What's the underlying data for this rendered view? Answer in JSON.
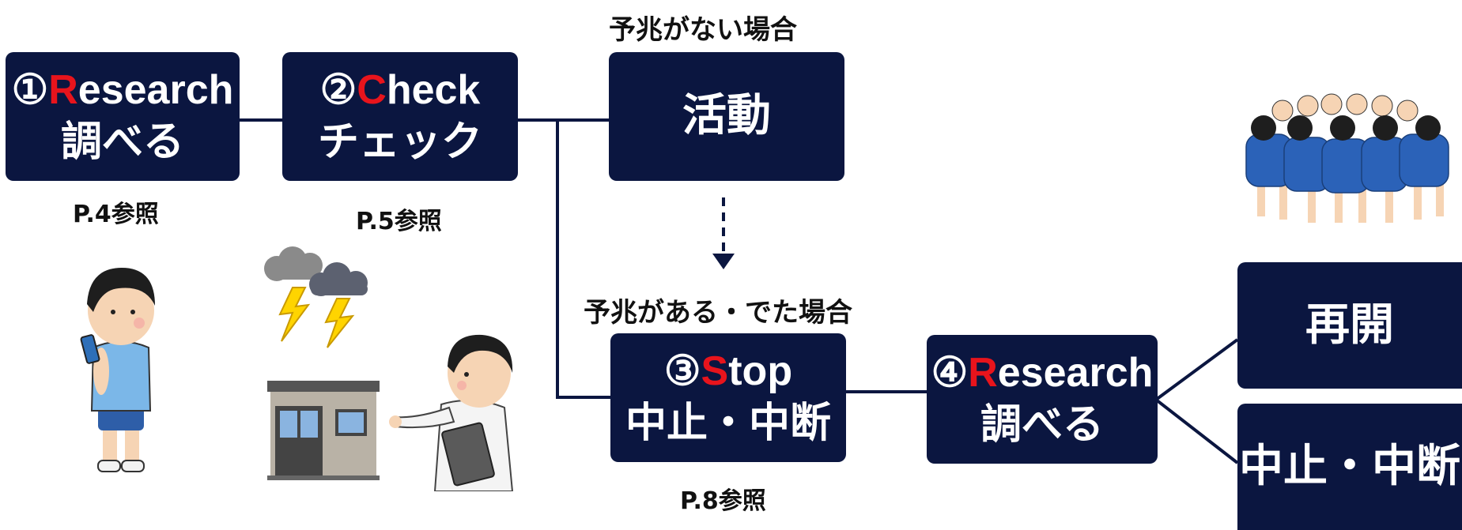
{
  "colors": {
    "box": "#0b1640",
    "accent": "#e8141c",
    "text": "#111111"
  },
  "conditions": {
    "no_sign": "予兆がない場合",
    "sign": "予兆がある・でた場合"
  },
  "steps": {
    "research1": {
      "mark": "①",
      "letter": "R",
      "rest": "esearch",
      "jp": "調べる",
      "ref": "P.4参照"
    },
    "check": {
      "mark": "②",
      "letter": "C",
      "rest": "heck",
      "jp": "チェック",
      "ref": "P.5参照"
    },
    "activity": {
      "label": "活動"
    },
    "stop": {
      "mark": "③",
      "letter": "S",
      "rest": "top",
      "jp": "中止・中断",
      "ref": "P.8参照"
    },
    "research2": {
      "mark": "④",
      "letter": "R",
      "rest": "esearch",
      "jp": "調べる"
    },
    "resume": {
      "label": "再開"
    },
    "cancel": {
      "label": "中止・中断"
    }
  },
  "illustrations": {
    "phone_boy": "boy-with-smartphone-icon",
    "thunder": "thunderstorm-icon",
    "building": "building-icon",
    "guide": "guide-with-tablet-icon",
    "team": "team-huddle-icon"
  }
}
